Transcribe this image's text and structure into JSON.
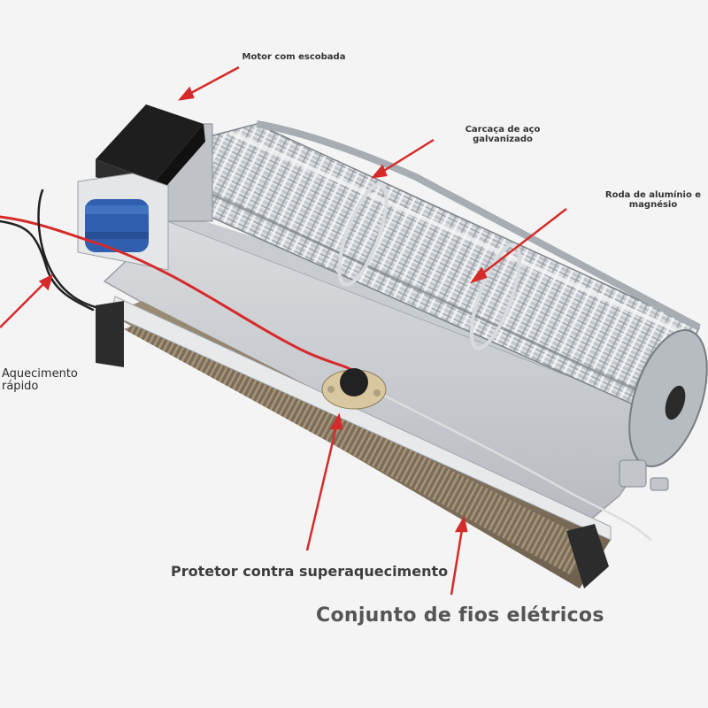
{
  "labels": {
    "motor": "Motor com escobada",
    "housing_line1": "Carcaça de aço",
    "housing_line2": "galvanizado",
    "wheel_line1": "Roda de alumínio e",
    "wheel_line2": "magnésio",
    "heating_line1": "Aquecimento",
    "heating_line2": "rápido",
    "protector": "Protetor contra superaquecimento",
    "wires": "Conjunto de fios elétricos"
  },
  "colors": {
    "arrow": "#d62a2a",
    "background": "#f4f4f4",
    "motor_body": "#1e1e1e",
    "coil": "#2f5fae",
    "fan": "#d4d6d8",
    "heater": "#8a7a64"
  }
}
